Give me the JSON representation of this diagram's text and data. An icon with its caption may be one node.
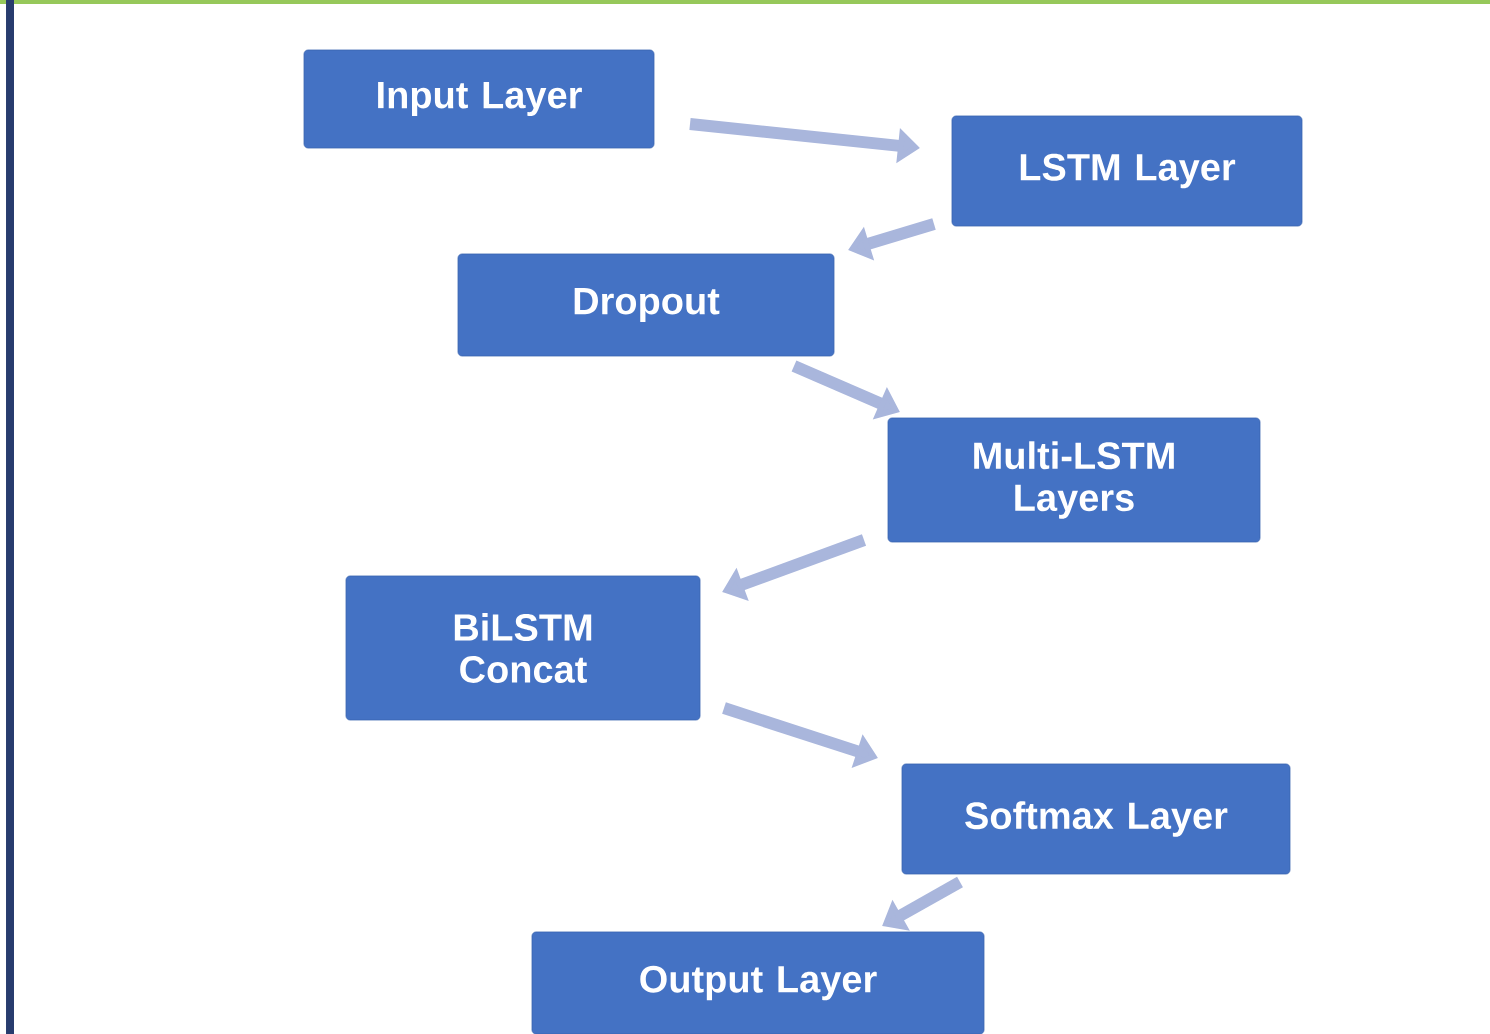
{
  "diagram": {
    "nodes": [
      {
        "text": [
          "Input Layer"
        ]
      },
      {
        "text": [
          "LSTM Layer"
        ]
      },
      {
        "text": [
          "Dropout"
        ]
      },
      {
        "text": [
          "Multi-LSTM Layers"
        ]
      },
      {
        "text": [
          "BiLSTM Concat"
        ]
      },
      {
        "text": [
          "Softmax Layer"
        ]
      },
      {
        "text": [
          "Output Layer"
        ]
      }
    ],
    "edges": [
      {
        "from": 0,
        "to": 1,
        "arrow": "to"
      },
      {
        "from": 1,
        "to": 2,
        "arrow": "to"
      },
      {
        "from": 2,
        "to": 3,
        "arrow": "to"
      },
      {
        "from": 3,
        "to": 4,
        "arrow": "to"
      },
      {
        "from": 4,
        "to": 5,
        "arrow": "to"
      },
      {
        "from": 5,
        "to": 6,
        "arrow": "to"
      }
    ]
  }
}
